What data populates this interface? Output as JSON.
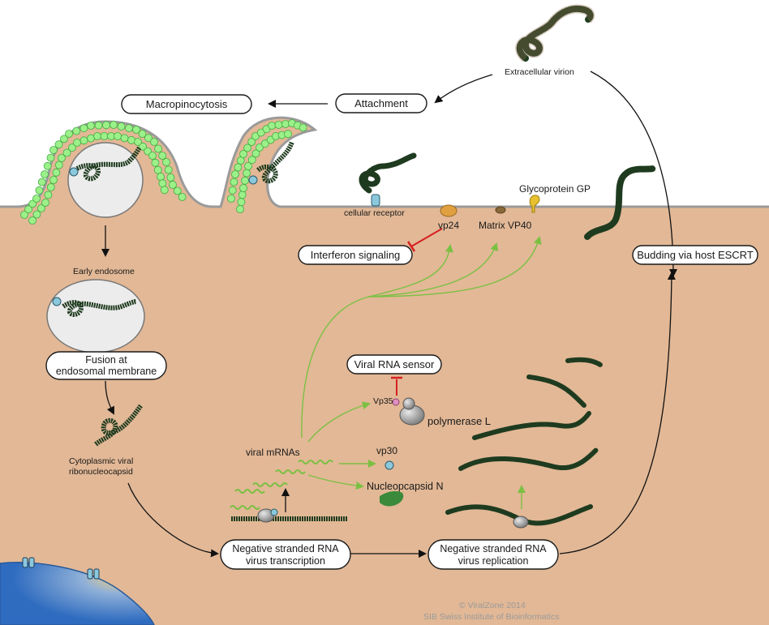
{
  "labels": {
    "macropinocytosis": "Macropinocytosis",
    "attachment": "Attachment",
    "extracellular_virion": "Extracellular virion",
    "cellular_receptor": "cellular receptor",
    "glycoprotein_gp": "Glycoprotein GP",
    "vp24": "vp24",
    "matrix_vp40": "Matrix VP40",
    "interferon_signaling": "Interferon signaling",
    "budding": "Budding via host ESCRT",
    "early_endosome": "Early endosome",
    "fusion_line1": "Fusion at",
    "fusion_line2": "endosomal membrane",
    "viral_rna_sensor": "Viral RNA sensor",
    "vp35": "Vp35",
    "polymerase_l": "polymerase L",
    "viral_mrnas": "viral mRNAs",
    "vp30": "vp30",
    "nucleocapsid_n": "Nucleopcapsid N",
    "cyto_line1": "Cytoplasmic viral",
    "cyto_line2": "ribonucleocapsid",
    "transcription_line1": "Negative stranded RNA",
    "transcription_line2": "virus transcription",
    "replication_line1": "Negative stranded RNA",
    "replication_line2": "virus replication"
  },
  "credits": {
    "line1": "© ViralZone 2014",
    "line2": "SIB Swiss Institute of Bioinformatics"
  },
  "colors": {
    "cytoplasm": "#e2b896",
    "membrane": "#9a9a9a",
    "clathrin_green": "#9cf08a",
    "clathrin_stroke": "#3fae3f",
    "virion_dark": "#1f3b1f",
    "virion_spike": "#8a6a4a",
    "green_arrow": "#7bc043",
    "red_inhibit": "#d62020",
    "nucleus_blue": "#3c78c8",
    "receptor_blue": "#8cc8dc",
    "vp24_orange": "#e0a040",
    "vp40_brown": "#8a6a3a",
    "gp_yellow": "#e8c030"
  }
}
